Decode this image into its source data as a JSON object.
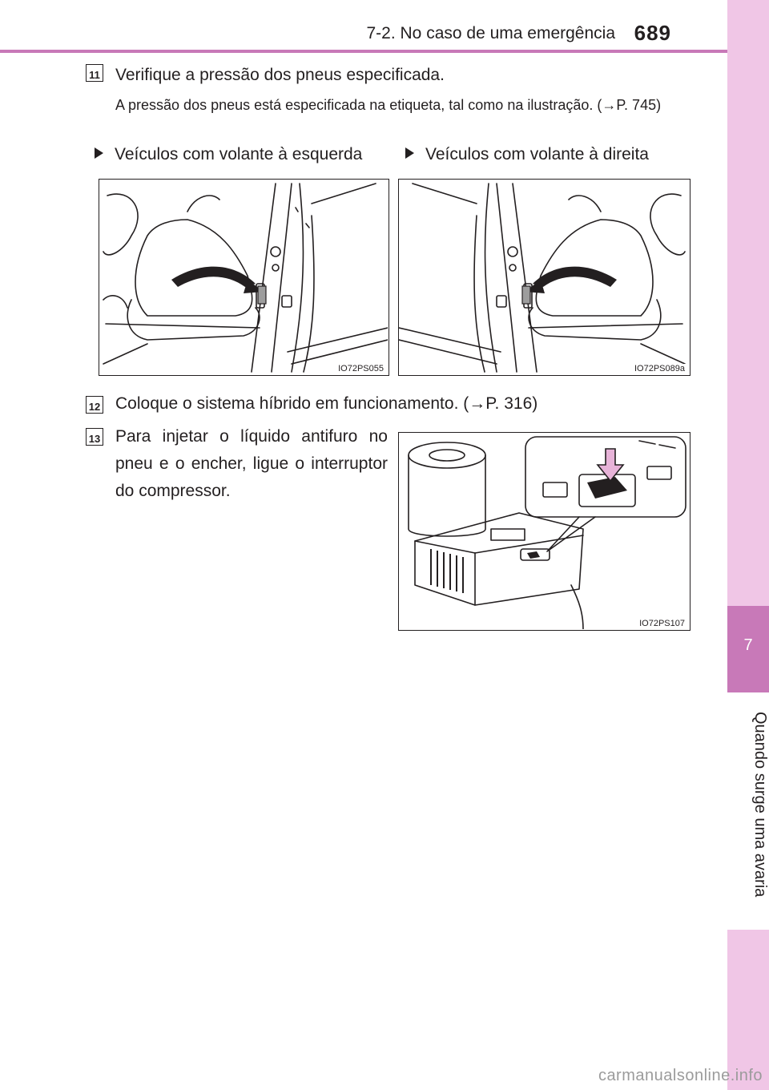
{
  "header": {
    "section_title": "7-2. No caso de uma emergência",
    "page_number": "689"
  },
  "sidebar": {
    "chapter_number": "7",
    "chapter_title": "Quando surge uma avaria"
  },
  "steps": [
    {
      "number": "11",
      "text": "Verifique a pressão dos pneus especificada.",
      "note": "A pressão dos pneus está especificada na etiqueta, tal como na ilustração. (→P. 745)",
      "captions": [
        "Veículos com volante à esquerda",
        "Veículos com volante à direita"
      ],
      "figures": [
        "IO72PS055",
        "IO72PS089a"
      ]
    },
    {
      "number": "12",
      "text": "Coloque o sistema híbrido em funcionamento. (→P. 316)"
    },
    {
      "number": "13",
      "text": "Para injetar o líquido antifuro no pneu e o encher, ligue o interruptor do compressor.",
      "figure": "IO72PS107"
    }
  ],
  "watermark": "carmanualsonline.info",
  "colors": {
    "accent": "#c879b8",
    "sidebar_light": "#f0c6e6",
    "text": "#231f20"
  }
}
